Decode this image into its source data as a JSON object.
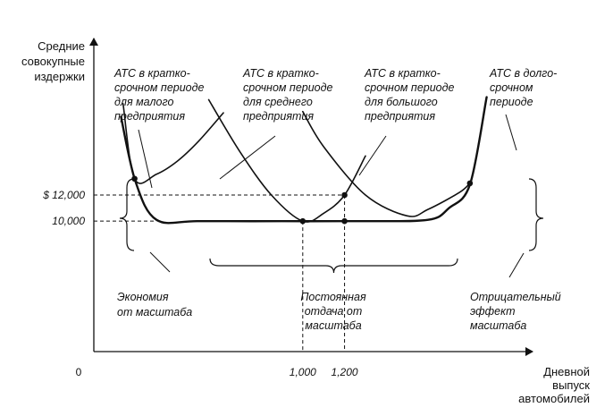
{
  "chart_data": {
    "type": "line",
    "ylabel": [
      "Средние",
      "совокупные",
      "издержки"
    ],
    "xlabel": [
      "Дневной",
      "выпуск",
      "автомобилей"
    ],
    "origin_label": "0",
    "x_ticks": [
      "1,000",
      "1,200"
    ],
    "y_ticks": [
      "$ 12,000",
      "10,000"
    ],
    "x_tick_values": [
      1000,
      1200
    ],
    "y_tick_values": [
      12000,
      10000
    ],
    "xlim": [
      0,
      2100
    ],
    "ylim": [
      0,
      24000
    ],
    "key_points": [
      {
        "x": 1000,
        "y": 10000
      },
      {
        "x": 1200,
        "y": 10000
      },
      {
        "x": 1200,
        "y": 12000
      },
      {
        "x": 195,
        "y": 13250
      },
      {
        "x": 1800,
        "y": 12900
      }
    ],
    "series": [
      {
        "label": [
          "ATC в кратко-",
          "срочном периоде",
          "для малого",
          "предприятия"
        ],
        "x": [
          140,
          195,
          300,
          400,
          500,
          620
        ],
        "y": [
          19000,
          13250,
          13600,
          14600,
          16100,
          18300
        ]
      },
      {
        "label": [
          "ATC в кратко-",
          "срочном периоде",
          "для среднего",
          "предприятия"
        ],
        "x": [
          550,
          700,
          850,
          1000,
          1100,
          1200,
          1300
        ],
        "y": [
          19300,
          15300,
          12000,
          10000,
          10600,
          12000,
          15000
        ]
      },
      {
        "label": [
          "ATC в кратко-",
          "срочном периоде",
          "для большого",
          "предприятия"
        ],
        "x": [
          1000,
          1100,
          1300,
          1500,
          1600,
          1750,
          1800
        ],
        "y": [
          18400,
          15700,
          12000,
          10400,
          10900,
          12200,
          12900
        ]
      },
      {
        "label": [
          "ATC в долго-",
          "срочном",
          "периоде"
        ],
        "x": [
          130,
          200,
          300,
          500,
          900,
          1300,
          1600,
          1700,
          1800,
          1880
        ],
        "y": [
          18000,
          13000,
          10100,
          10000,
          10000,
          10000,
          10100,
          11000,
          12800,
          19500
        ]
      }
    ],
    "annotations": [
      [
        "Экономия",
        "от масштаба"
      ],
      [
        "Постоянная",
        "отдача от",
        "масштаба"
      ],
      [
        "Отрицательный",
        "эффект",
        "масштаба"
      ]
    ]
  }
}
